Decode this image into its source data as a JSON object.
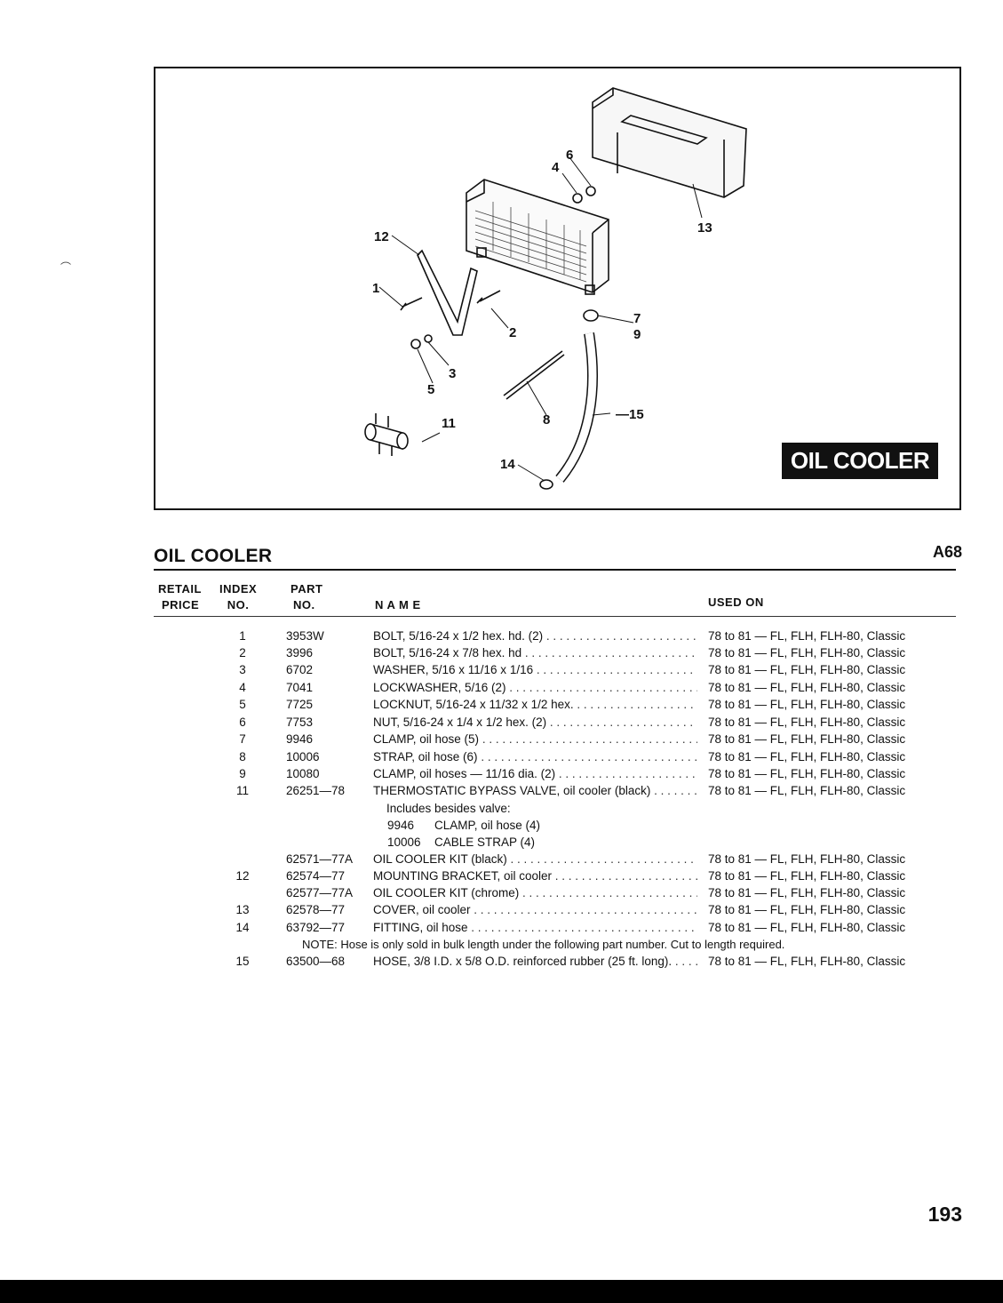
{
  "diagram": {
    "badge": "OIL COOLER",
    "callouts": [
      "1",
      "2",
      "3",
      "4",
      "5",
      "6",
      "7",
      "8",
      "9",
      "11",
      "12",
      "13",
      "14",
      "15"
    ]
  },
  "section": {
    "title": "OIL COOLER",
    "code": "A68"
  },
  "columns": {
    "retail_price": [
      "RETAIL",
      "PRICE"
    ],
    "index_no": [
      "INDEX",
      "NO."
    ],
    "part_no": [
      "PART",
      "NO."
    ],
    "name": "N A M E",
    "used_on": "USED ON"
  },
  "rows": [
    {
      "index": "1",
      "part": "3953W",
      "name": "BOLT, 5/16-24 x 1/2 hex. hd. (2)",
      "used_on": "78 to 81 — FL, FLH, FLH-80, Classic"
    },
    {
      "index": "2",
      "part": "3996",
      "name": "BOLT, 5/16-24 x 7/8 hex. hd",
      "used_on": "78 to 81 — FL, FLH, FLH-80, Classic"
    },
    {
      "index": "3",
      "part": "6702",
      "name": "WASHER, 5/16 x 11/16 x 1/16",
      "used_on": "78 to 81 — FL, FLH, FLH-80, Classic"
    },
    {
      "index": "4",
      "part": "7041",
      "name": "LOCKWASHER, 5/16 (2)",
      "used_on": "78 to 81 — FL, FLH, FLH-80, Classic"
    },
    {
      "index": "5",
      "part": "7725",
      "name": "LOCKNUT, 5/16-24 x 11/32 x 1/2 hex.",
      "used_on": "78 to 81 — FL, FLH, FLH-80, Classic"
    },
    {
      "index": "6",
      "part": "7753",
      "name": "NUT, 5/16-24 x 1/4 x 1/2 hex. (2)",
      "used_on": "78 to 81 — FL, FLH, FLH-80, Classic"
    },
    {
      "index": "7",
      "part": "9946",
      "name": "CLAMP, oil hose (5)",
      "used_on": "78 to 81 — FL, FLH, FLH-80, Classic"
    },
    {
      "index": "8",
      "part": "10006",
      "name": "STRAP, oil hose (6)",
      "used_on": "78 to 81 — FL, FLH, FLH-80, Classic"
    },
    {
      "index": "9",
      "part": "10080",
      "name": "CLAMP, oil hoses — 11/16 dia. (2)",
      "used_on": "78 to 81 — FL, FLH, FLH-80, Classic"
    },
    {
      "index": "11",
      "part": "26251—78",
      "name": "THERMOSTATIC BYPASS VALVE, oil cooler (black)",
      "used_on": "78 to 81 — FL, FLH, FLH-80, Classic"
    },
    {
      "index": "",
      "part": "62571—77A",
      "name": "OIL COOLER KIT (black)",
      "used_on": "78 to 81 — FL, FLH, FLH-80, Classic"
    },
    {
      "index": "12",
      "part": "62574—77",
      "name": "MOUNTING BRACKET, oil cooler",
      "used_on": "78 to 81 — FL, FLH, FLH-80, Classic"
    },
    {
      "index": "",
      "part": "62577—77A",
      "name": "OIL COOLER KIT (chrome)",
      "used_on": "78 to 81 — FL, FLH, FLH-80, Classic"
    },
    {
      "index": "13",
      "part": "62578—77",
      "name": "COVER, oil cooler",
      "used_on": "78 to 81 — FL, FLH, FLH-80, Classic"
    },
    {
      "index": "14",
      "part": "63792—77",
      "name": "FITTING, oil hose",
      "used_on": "78 to 81 — FL, FLH, FLH-80, Classic"
    },
    {
      "index": "15",
      "part": "63500—68",
      "name": "HOSE, 3/8 I.D. x 5/8 O.D. reinforced rubber (25 ft. long).",
      "used_on": "78 to 81 — FL, FLH, FLH-80, Classic"
    }
  ],
  "valve_includes": {
    "heading": "Includes besides valve:",
    "items": [
      {
        "part": "9946",
        "name": "CLAMP, oil hose (4)"
      },
      {
        "part": "10006",
        "name": "CABLE STRAP (4)"
      }
    ]
  },
  "note": "NOTE: Hose is only sold in bulk length under the following part number. Cut to length required.",
  "page_number": "193"
}
